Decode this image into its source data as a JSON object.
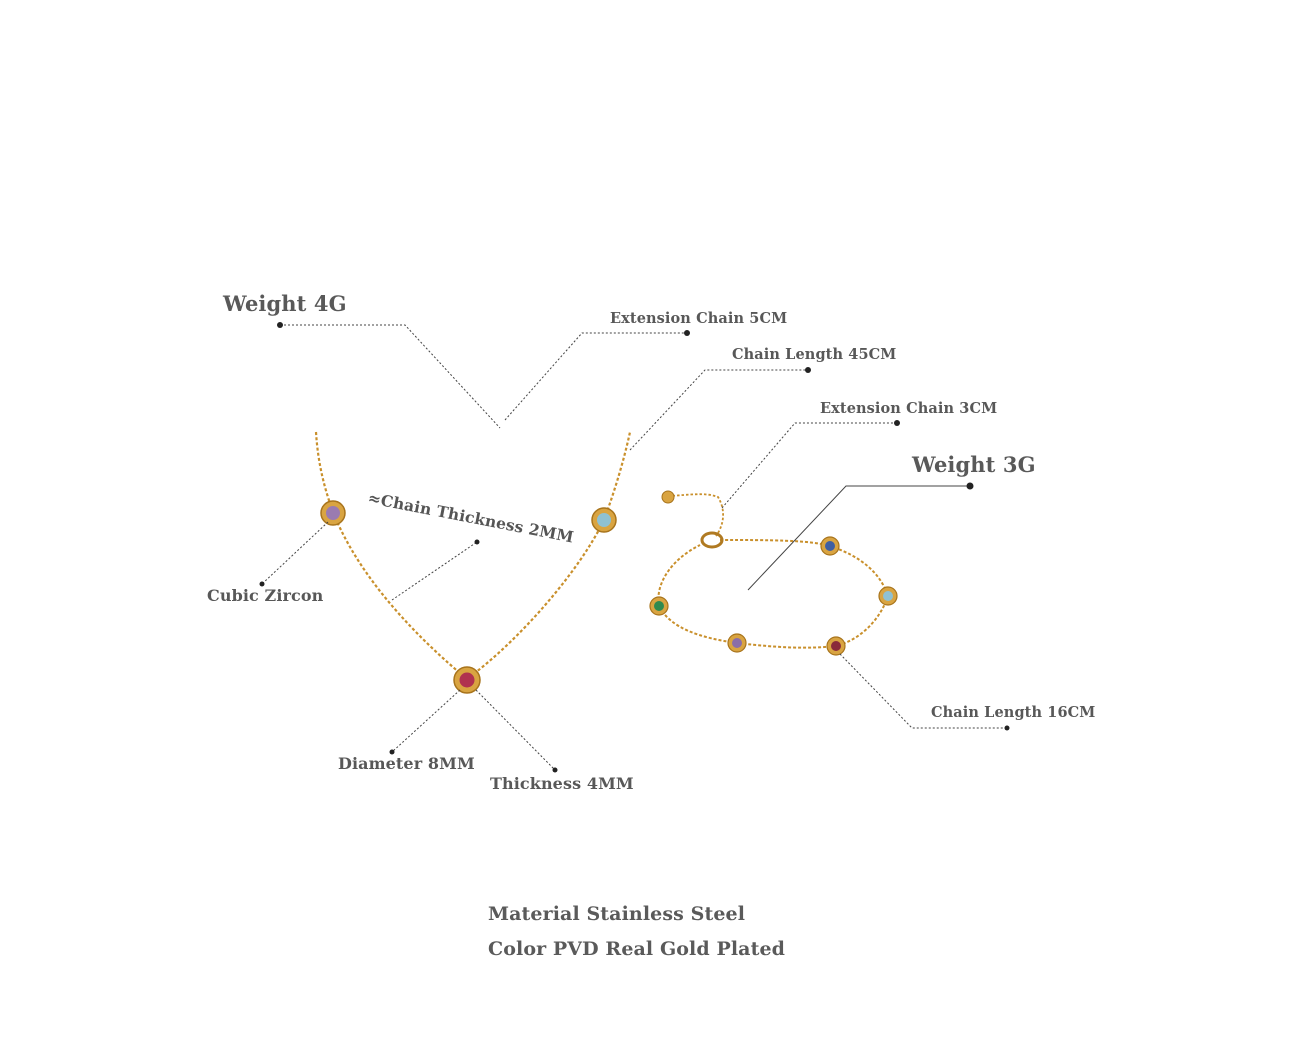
{
  "labels": {
    "weight_necklace": "Weight 4G",
    "extension_chain_necklace": "Extension Chain 5CM",
    "chain_length_necklace": "Chain Length 45CM",
    "extension_chain_bracelet": "Extension Chain 3CM",
    "weight_bracelet": "Weight 3G",
    "chain_thickness": "≈Chain Thickness 2MM",
    "cubic_zircon": "Cubic Zircon",
    "diameter": "Diameter 8MM",
    "thickness": "Thickness 4MM",
    "chain_length_bracelet": "Chain Length 16CM"
  },
  "material": {
    "line1": "Material Stainless Steel",
    "line2": "Color PVD Real Gold Plated"
  },
  "colors": {
    "gold": "#c9902c",
    "gold_dark": "#a8741c",
    "label": "#555555",
    "leader": "#444444",
    "stones": [
      "#9a7bb0",
      "#8fc1d2",
      "#b0324f",
      "#3f5fa3",
      "#8fc1d2",
      "#2f8a4f",
      "#8b6ea8",
      "#8a2a3a"
    ]
  }
}
